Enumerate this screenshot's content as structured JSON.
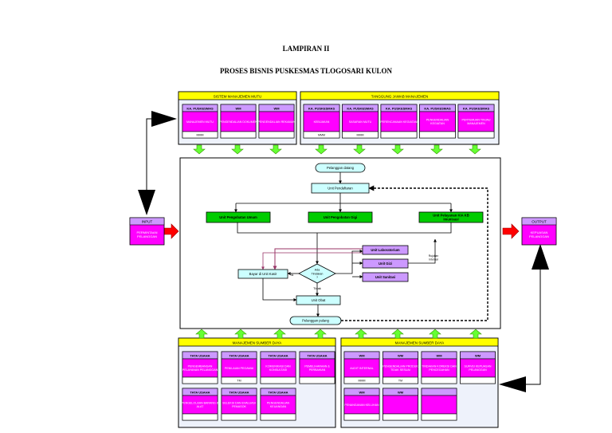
{
  "page": {
    "lampiran": "LAMPIRAN II",
    "title": "PROSES BISNIS PUSKESMAS TLOGOSARI KULON"
  },
  "top_left": {
    "header": "SISTEM MANAJEMEN MUTU",
    "cards": [
      {
        "head": "KA. PUSKESMAS",
        "body": "MANAJEMEN MUTU",
        "foot": "MMM"
      },
      {
        "head": "WM",
        "body": "PENGENDALIAN DOKUMEN",
        "foot": ""
      },
      {
        "head": "WM",
        "body": "PENGENDALIAN REKAMAN",
        "foot": ""
      }
    ]
  },
  "top_right": {
    "header": "TANGGUNG JAWAB MANAJEMEN",
    "cards": [
      {
        "head": "KA. PUSKESMAS",
        "body": "KEBIJAKAN",
        "foot": "MMM"
      },
      {
        "head": "KA. PUSKESMAS",
        "body": "SASARAN MUTU",
        "foot": "MMM"
      },
      {
        "head": "KA. PUSKESMAS",
        "body": "PERENCANAAN KEGIATAN",
        "foot": ""
      },
      {
        "head": "KA. PUSKESMAS",
        "body": "PENGENDALIAN KEGIATAN",
        "foot": ""
      },
      {
        "head": "KA. PUSKESMAS",
        "body": "PERTEMUAN TINJAU MANAJEMEN",
        "foot": ""
      }
    ]
  },
  "input": {
    "head": "INPUT",
    "body": "PERMINTAAN PELANGGAN"
  },
  "output": {
    "head": "OUTPUT",
    "body": "KEPUASAN PELANGGAN"
  },
  "flow": {
    "datang": "Pelanggan datang",
    "pendaftaran": "Unit Pendaftaran",
    "umum": "Unit Pengobatan Umum",
    "gigi": "Unit Pengobatan Gigi",
    "kia": "Unit Pelayanan KIA   KB Imunisasi",
    "lab": "Unit Laboratorium",
    "gizi": "Unit Gizi",
    "sanitasi": "Unit Sanitasi",
    "decision": "Ada Tindakan ?",
    "ya": "Ya",
    "tidak": "Tidak",
    "kasir": "Bayar di Unit Kasir",
    "obat": "Unit Obat",
    "pulang": "Pelanggan pulang",
    "rujukan": "Rujukan Internal"
  },
  "bottom_left": {
    "header": "MANAJEMEN SUMBER DAYA",
    "cards": [
      {
        "head": "TATA USAHA",
        "body": "PENGEMBANGAN PELAYANAN PELANGGAN",
        "foot": ""
      },
      {
        "head": "TATA USAHA",
        "body": "PENILAIAN PEGAWAI",
        "foot": "TM"
      },
      {
        "head": "TATA USAHA",
        "body": "KOMUNIKASI DAN KONSULTASI",
        "foot": ""
      },
      {
        "head": "TATA USAHA",
        "body": "PEMELIHARAAN & PERBAIKAN",
        "foot": ""
      },
      {
        "head": "TATA USAHA",
        "body": "PENGELOLAAN BARANG & ALAT",
        "foot": ""
      },
      {
        "head": "TATA USAHA",
        "body": "SELEKSI DAN EVALUASI PEMASOK",
        "foot": ""
      },
      {
        "head": "TATA USAHA",
        "body": "PENGENDALIAN KEUANGAN",
        "foot": ""
      }
    ]
  },
  "bottom_right": {
    "header": "MANAJEMEN SUMBER DAYA",
    "cards": [
      {
        "head": "WM",
        "body": "AUDIT INTERNAL",
        "foot": "MMM"
      },
      {
        "head": "WM",
        "body": "PENGENDALIAN PRODUK TIDAK SESUAI",
        "foot": "TM"
      },
      {
        "head": "WM",
        "body": "TINDAKAN KOREKSI DAN PENCEGAHAN",
        "foot": ""
      },
      {
        "head": "WM",
        "body": "SURVEI KEPUASAN PELANGGAN",
        "foot": ""
      },
      {
        "head": "WM",
        "body": "PENANGANAN KELUHAN",
        "foot": ""
      },
      {
        "head": "WM",
        "body": "",
        "foot": ""
      },
      {
        "head": "",
        "body": "",
        "foot": ""
      }
    ]
  },
  "colors": {
    "yellow": "#ffff00",
    "magenta": "#ff00ff",
    "lavender": "#cc99ff",
    "panel": "#eef2fb",
    "cyan": "#ccffff",
    "green": "#00cc00",
    "arrow_green": "#66ff33",
    "red": "#ff0000"
  }
}
